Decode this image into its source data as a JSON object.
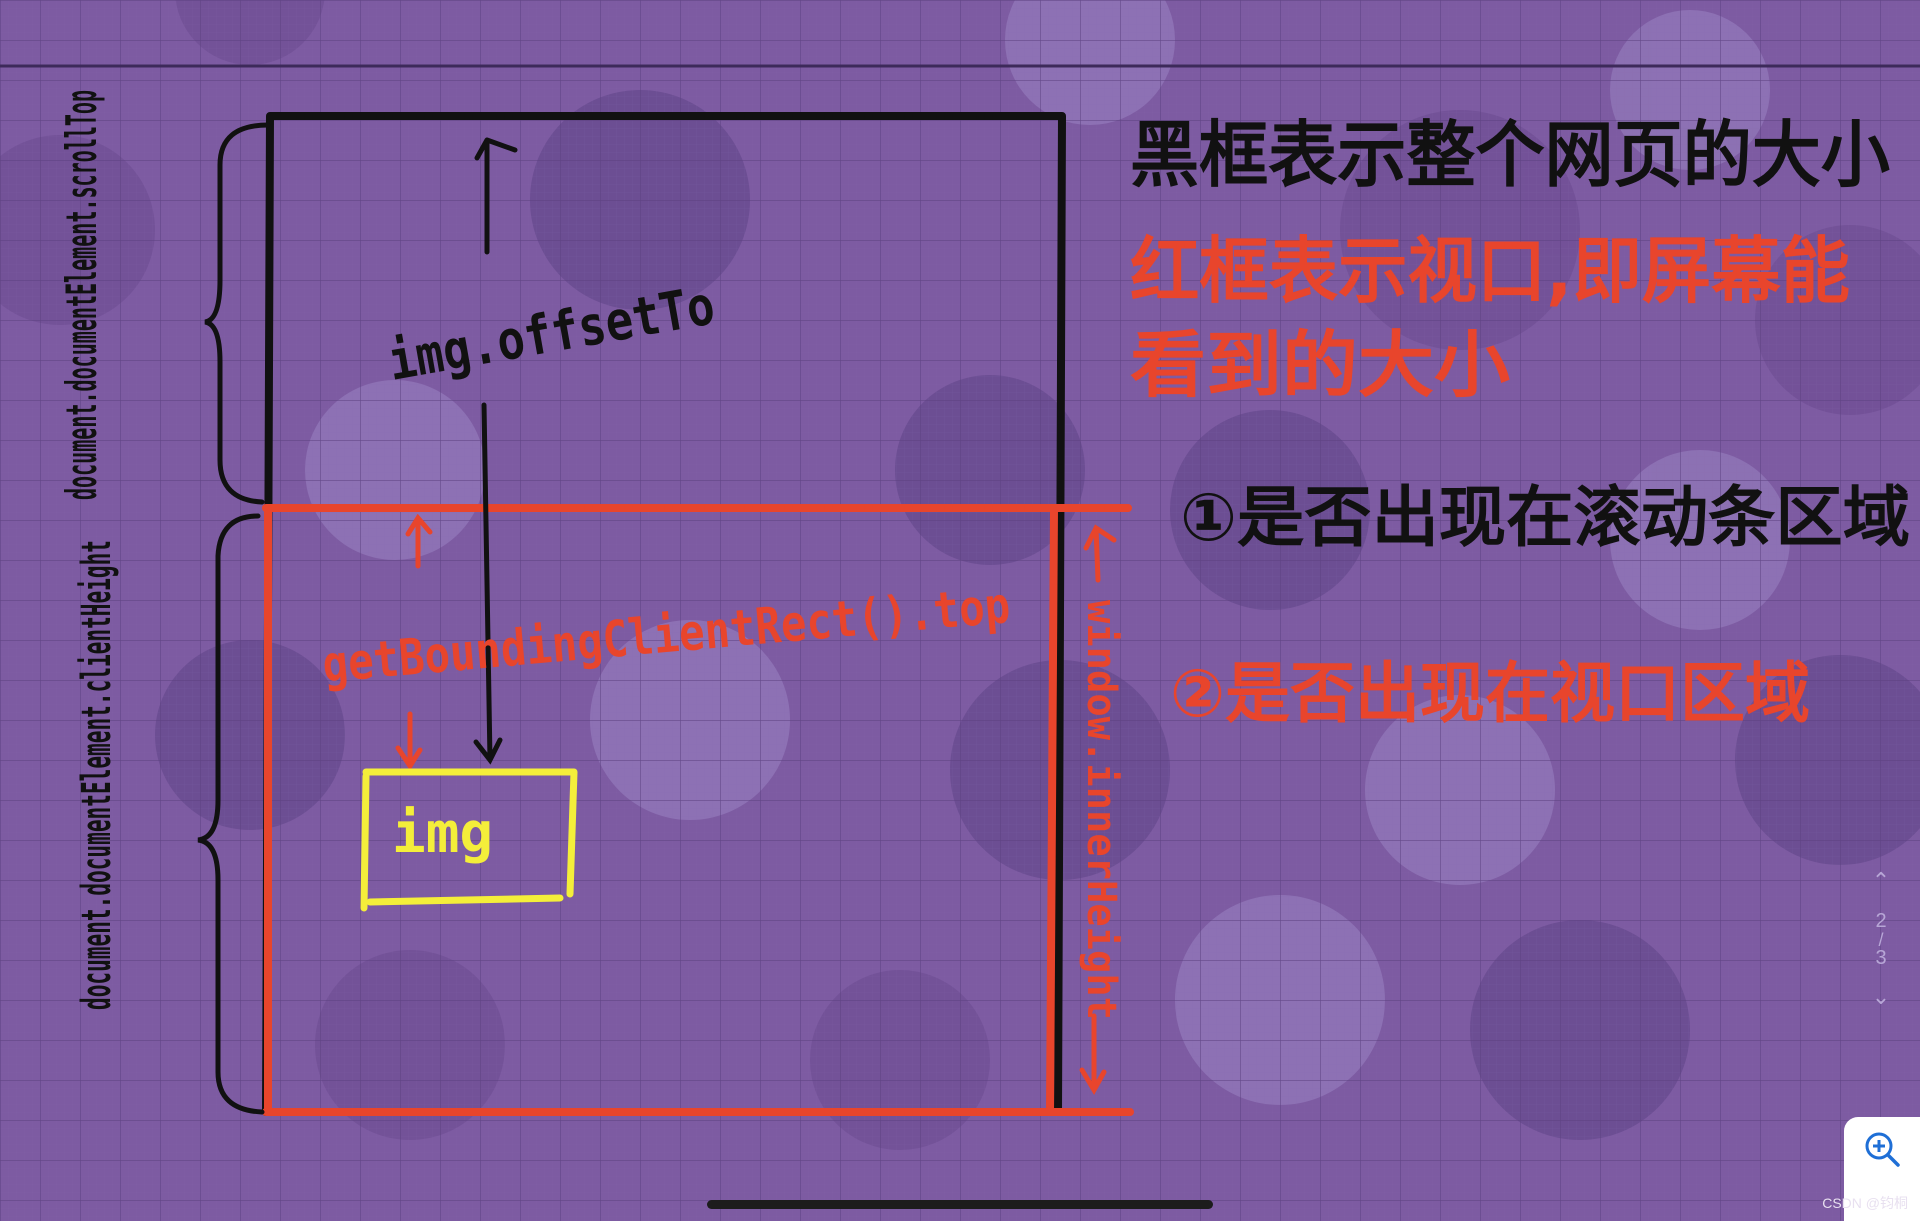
{
  "labels": {
    "scroll_top": "document.documentElement.scrollTop",
    "client_height": "document.documentElement.clientHeight",
    "offset_top": "img.offsetTo",
    "bounding_top": "getBoundingClientRect().top",
    "inner_height": "window.innerHeight",
    "img_label": "img"
  },
  "notes": {
    "black_box": "黑框表示整个网页的大小",
    "red_box_line1": "红框表示视口,即屏幕能",
    "red_box_line2": "看到的大小",
    "item1": "①是否出现在滚动条区域",
    "item2": "②是否出现在视口区域"
  },
  "pager": {
    "up_icon": "chevron-up-icon",
    "current": "2",
    "total": "3",
    "down_icon": "chevron-down-icon"
  },
  "watermark": "CSDN @钧桐",
  "colors": {
    "black": "#111111",
    "red": "#e8452c",
    "yellow": "#f4ee3a",
    "bg": "#7c5aa0"
  }
}
